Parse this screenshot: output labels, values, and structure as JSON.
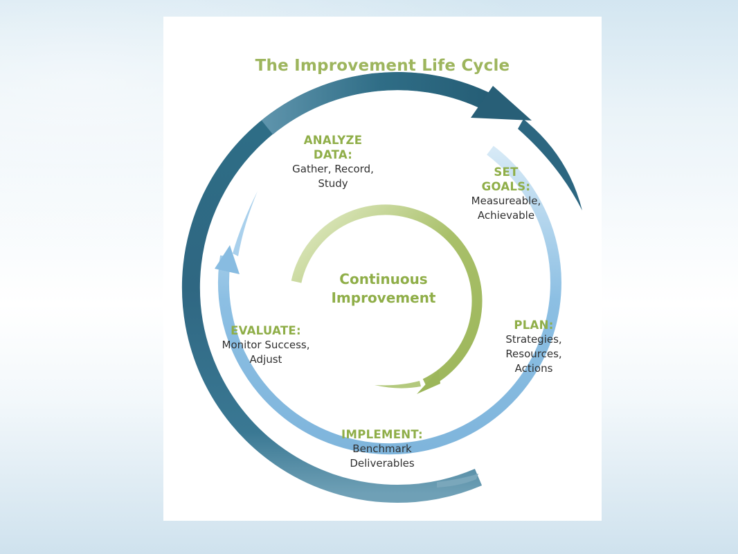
{
  "title": "The Improvement Life Cycle",
  "center": {
    "line1": "Continuous",
    "line2": "Improvement"
  },
  "stages": [
    {
      "head1": "ANALYZE",
      "head2": "DATA:",
      "desc1": "Gather, Record,",
      "desc2": "Study",
      "desc3": ""
    },
    {
      "head1": "SET",
      "head2": "GOALS:",
      "desc1": "Measureable,",
      "desc2": "Achievable",
      "desc3": ""
    },
    {
      "head1": "PLAN:",
      "head2": "",
      "desc1": "Strategies,",
      "desc2": "Resources,",
      "desc3": "Actions"
    },
    {
      "head1": "IMPLEMENT:",
      "head2": "",
      "desc1": "Benchmark",
      "desc2": "Deliverables",
      "desc3": ""
    },
    {
      "head1": "EVALUATE:",
      "head2": "",
      "desc1": "Monitor Success,",
      "desc2": "Adjust",
      "desc3": ""
    }
  ],
  "colors": {
    "title_green": "#9db55d",
    "label_green": "#8fae48",
    "outer_ring": "#2f6f86",
    "middle_ring": "#8dbfe2",
    "inner_ring": "#a9c06a"
  }
}
